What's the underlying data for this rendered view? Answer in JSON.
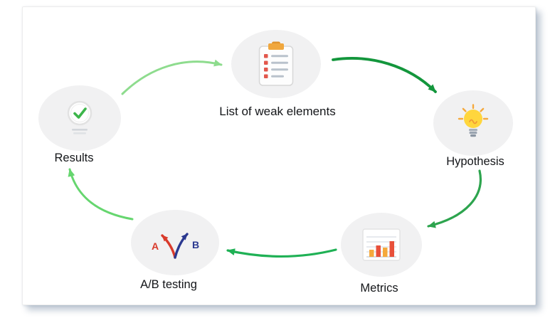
{
  "diagram": {
    "title": "",
    "nodes": [
      {
        "id": "list-of-weak-elements",
        "label": "List of weak elements",
        "icon": "clipboard-icon"
      },
      {
        "id": "hypothesis",
        "label": "Hypothesis",
        "icon": "lightbulb-icon"
      },
      {
        "id": "metrics",
        "label": "Metrics",
        "icon": "bar-chart-icon"
      },
      {
        "id": "ab-testing",
        "label": "A/B testing",
        "icon": "ab-split-arrows-icon"
      },
      {
        "id": "results",
        "label": "Results",
        "icon": "checkmark-badge-icon"
      }
    ],
    "arrows": [
      {
        "from": "results",
        "to": "list-of-weak-elements",
        "color": "#8edc8e"
      },
      {
        "from": "list-of-weak-elements",
        "to": "hypothesis",
        "color": "#13963c"
      },
      {
        "from": "hypothesis",
        "to": "metrics",
        "color": "#2da44e"
      },
      {
        "from": "metrics",
        "to": "ab-testing",
        "color": "#1fb155"
      },
      {
        "from": "ab-testing",
        "to": "results",
        "color": "#66d66f"
      }
    ],
    "ab_icon": {
      "a_label": "A",
      "b_label": "B",
      "a_color": "#d93a2b",
      "b_color": "#2b3990"
    },
    "colors": {
      "node_fill": "#f1f1f2",
      "check_green": "#3cb54a",
      "clip_orange": "#f0a73e",
      "bulb_yellow": "#ffd63d",
      "ray_orange": "#f5a93c",
      "bar_orange": "#f5a93c",
      "bar_red": "#e8503a"
    }
  }
}
